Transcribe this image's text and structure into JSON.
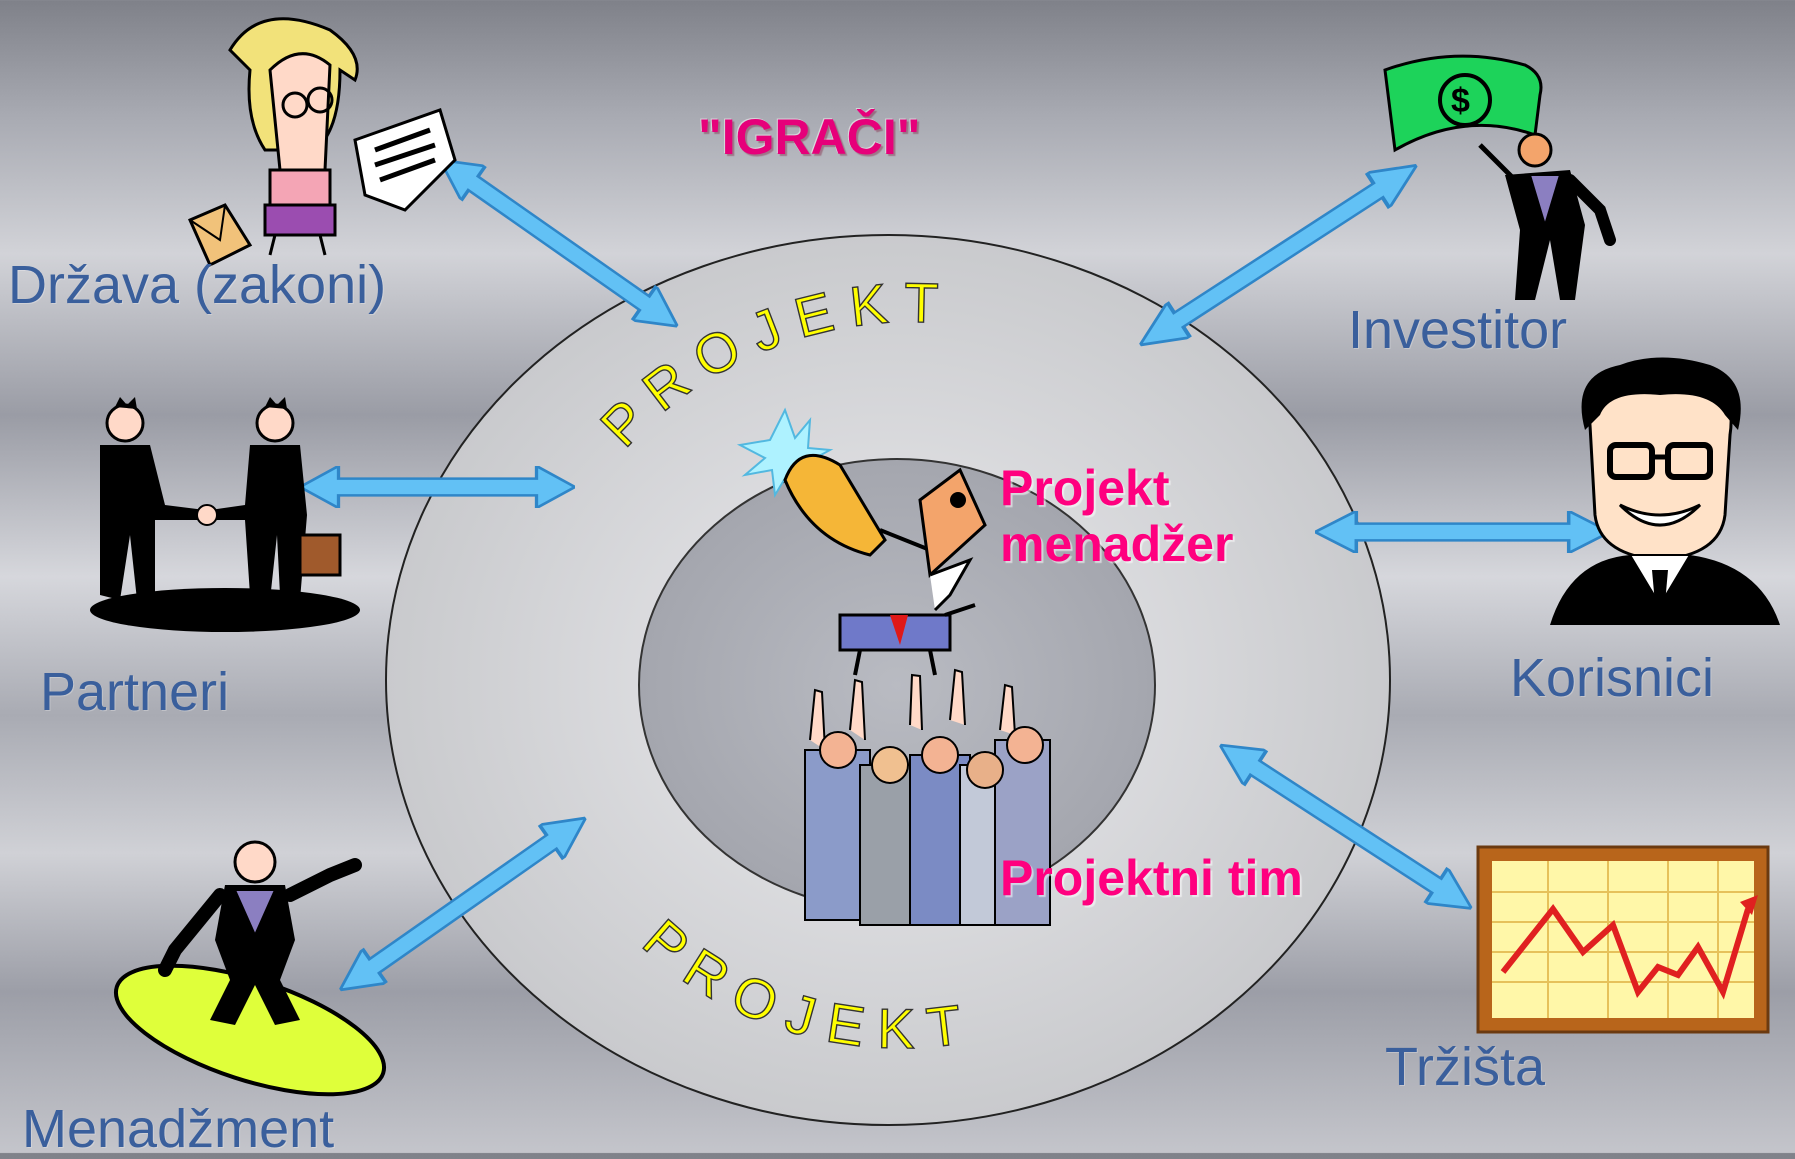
{
  "title": "\"IGRAČI\"",
  "ring_text_top": "P R O J E K T",
  "ring_text_bottom": "P R O J E K T",
  "center": {
    "manager_line1": "Projekt",
    "manager_line2": "menadžer",
    "team": "Projektni tim"
  },
  "players": {
    "drzava": "Država (zakoni)",
    "partneri": "Partneri",
    "menadzment": "Menadžment",
    "investitor": "Investitor",
    "korisnici": "Korisnici",
    "trzista": "Tržišta"
  },
  "colors": {
    "label": "#3a5f9c",
    "highlight": "#ff007f",
    "arrow": "#5bbcf2",
    "ring_letters": "#ffff00"
  },
  "icons": [
    "woman-with-letters-icon",
    "handshake-icon",
    "surfer-icon",
    "money-flag-icon",
    "smiling-man-icon",
    "market-chart-icon",
    "megaphone-manager-icon",
    "team-crowd-icon"
  ]
}
